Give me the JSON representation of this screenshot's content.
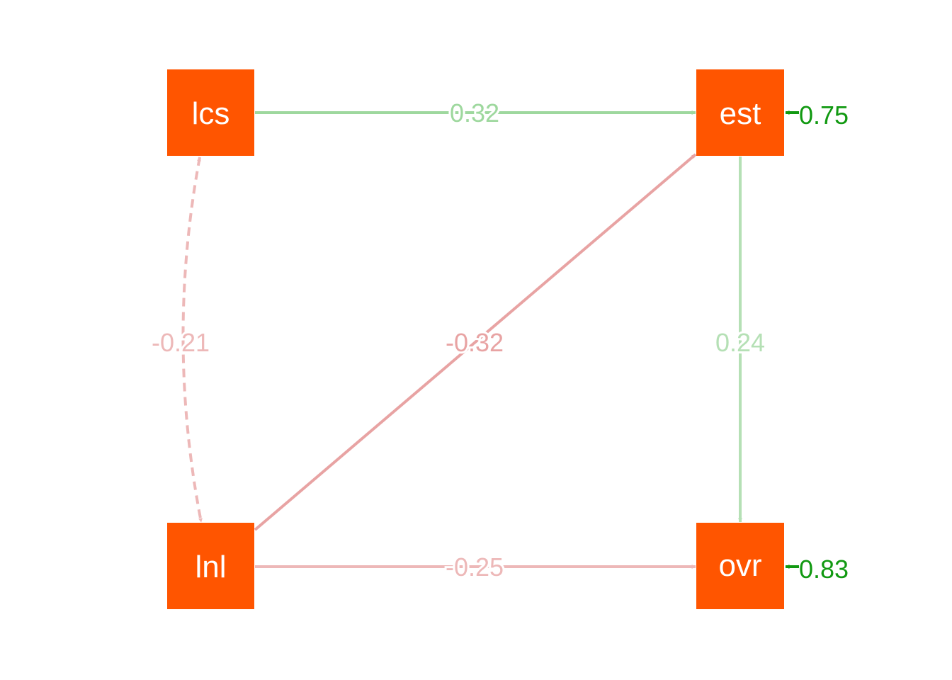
{
  "colors": {
    "node_fill": "#ff5500",
    "node_text": "#ffffff",
    "positive_edge": "#9ed89e",
    "positive_edge_light": "#b5e0b5",
    "negative_edge": "#e8a3a3",
    "negative_edge_light": "#edb8b8",
    "residual": "#119911"
  },
  "nodes": {
    "lcs": {
      "label": "lcs"
    },
    "est": {
      "label": "est"
    },
    "lnl": {
      "label": "lnl"
    },
    "ovr": {
      "label": "ovr"
    }
  },
  "edges": {
    "lcs_est": {
      "from": "lcs",
      "to": "est",
      "label": "0.32",
      "style": "solid",
      "sign": "positive"
    },
    "lnl_est": {
      "from": "lnl",
      "to": "est",
      "label": "-0.32",
      "style": "solid",
      "sign": "negative"
    },
    "est_ovr": {
      "from": "est",
      "to": "ovr",
      "label": "0.24",
      "style": "solid",
      "sign": "positive"
    },
    "lnl_ovr": {
      "from": "lnl",
      "to": "ovr",
      "label": "-0.25",
      "style": "solid",
      "sign": "negative"
    },
    "lcs_lnl": {
      "from": "lcs",
      "to": "lnl",
      "label": "-0.21",
      "style": "dashed",
      "sign": "negative",
      "bidirectional": true
    }
  },
  "residuals": {
    "est": {
      "label": "0.75"
    },
    "ovr": {
      "label": "0.83"
    }
  }
}
